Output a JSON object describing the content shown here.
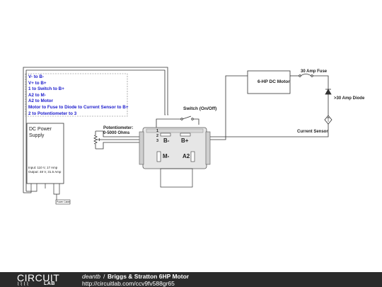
{
  "legend": [
    "V- to B-",
    "V+ to B+",
    "1 to Switch to B+",
    "A2 to M-",
    "A2 to Motor",
    "Motor to Fuse to Diode to Current Sensor to B+",
    "2 to Potentiometer to 3"
  ],
  "labels": {
    "motor": "6-HP DC Motor",
    "fuse": "30 Amp Fuse",
    "diode": ">30 Amp Diode",
    "switch": "Switch (On/Off)",
    "current_sensor": "Current Sensor",
    "pot_line1": "Potentiometer:",
    "pot_line2": "0-5000 Ohms",
    "psu_line1": "DC Power",
    "psu_line2": "Supply",
    "psu_input": "Input: 110 V, 17 Amp",
    "psu_output": "Output: 48 V, 31.5 Amp",
    "power_cable": "Power Cable"
  },
  "controller": {
    "pin1": "1",
    "pin2": "2",
    "pin3": "3",
    "b_minus": "B-",
    "b_plus": "B+",
    "m_minus": "M-",
    "a2": "A2"
  },
  "footer": {
    "logo_top": "CIRCUIT",
    "logo_bottom": "LAB",
    "author": "deantb",
    "separator": "/",
    "title": "Briggs & Stratton 6HP Motor",
    "url": "http://circuitlab.com/ccv9fv588gr65"
  }
}
